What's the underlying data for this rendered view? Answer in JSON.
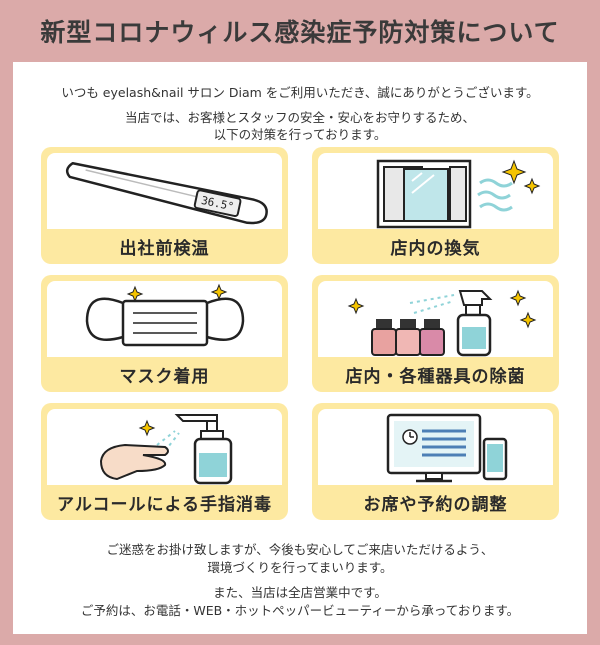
{
  "title": "新型コロナウィルス感染症予防対策について",
  "intro": {
    "line1": "いつも eyelash&nail サロン Diam をご利用いただき、誠にありがとうございます。",
    "line2": "当店では、お客様とスタッフの安全・安心をお守りするため、",
    "line3": "以下の対策を行っております。"
  },
  "measures": [
    {
      "label": "出社前検温",
      "icon": "thermometer-icon",
      "reading": "36.5°"
    },
    {
      "label": "店内の換気",
      "icon": "window-ventilation-icon"
    },
    {
      "label": "マスク着用",
      "icon": "face-mask-icon"
    },
    {
      "label": "店内・各種器具の除菌",
      "icon": "nail-polish-spray-icon"
    },
    {
      "label": "アルコールによる手指消毒",
      "icon": "hand-sanitizer-icon"
    },
    {
      "label": "お席や予約の調整",
      "icon": "computer-phone-icon"
    }
  ],
  "outro": {
    "line1": "ご迷惑をお掛け致しますが、今後も安心してご来店いただけるよう、",
    "line2": "環境づくりを行ってまいります。",
    "line3": "また、当店は全店営業中です。",
    "line4": "ご予約は、お電話・WEB・ホットペッパービューティーから承っております。"
  },
  "colors": {
    "background": "#dbaaa9",
    "card": "#fde9a1",
    "accent_blue": "#8fd3d8",
    "sparkle": "#f5c400",
    "line": "#222222"
  }
}
